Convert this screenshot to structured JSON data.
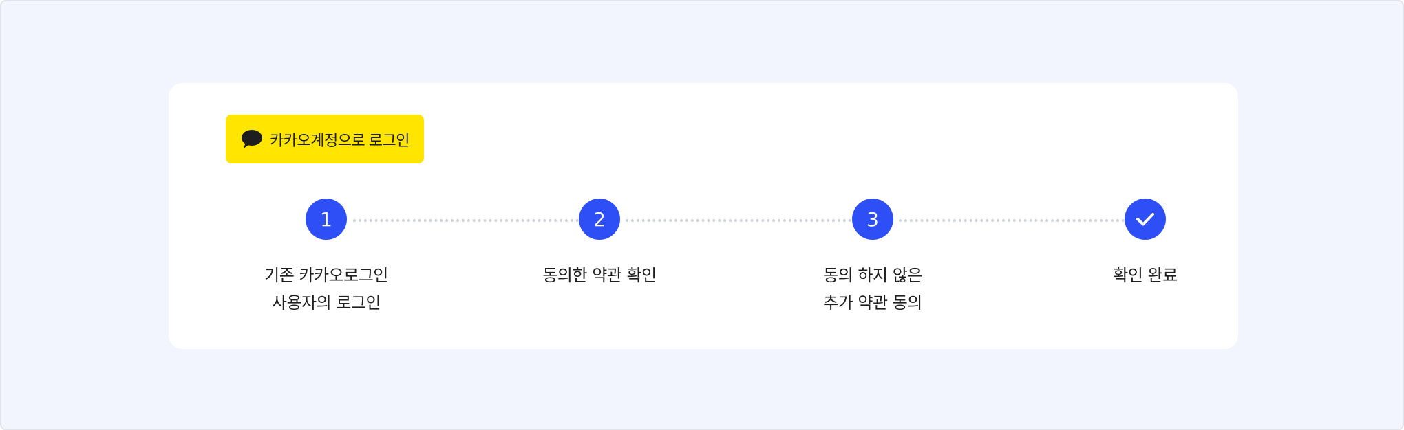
{
  "login_button": {
    "label": "카카오계정으로 로그인",
    "icon": "speech-bubble-icon",
    "color": "#ffe500"
  },
  "steps": [
    {
      "marker": "1",
      "lines": [
        "기존 카카오로그인",
        "사용자의 로그인"
      ]
    },
    {
      "marker": "2",
      "lines": [
        "동의한 약관 확인"
      ]
    },
    {
      "marker": "3",
      "lines": [
        "동의 하지 않은",
        "추가 약관 동의"
      ]
    },
    {
      "marker": "check-icon",
      "lines": [
        "확인 완료"
      ]
    }
  ],
  "colors": {
    "step_active": "#2e4ff5",
    "connector": "#cfd3db",
    "background": "#f2f5fd",
    "card": "#ffffff"
  }
}
